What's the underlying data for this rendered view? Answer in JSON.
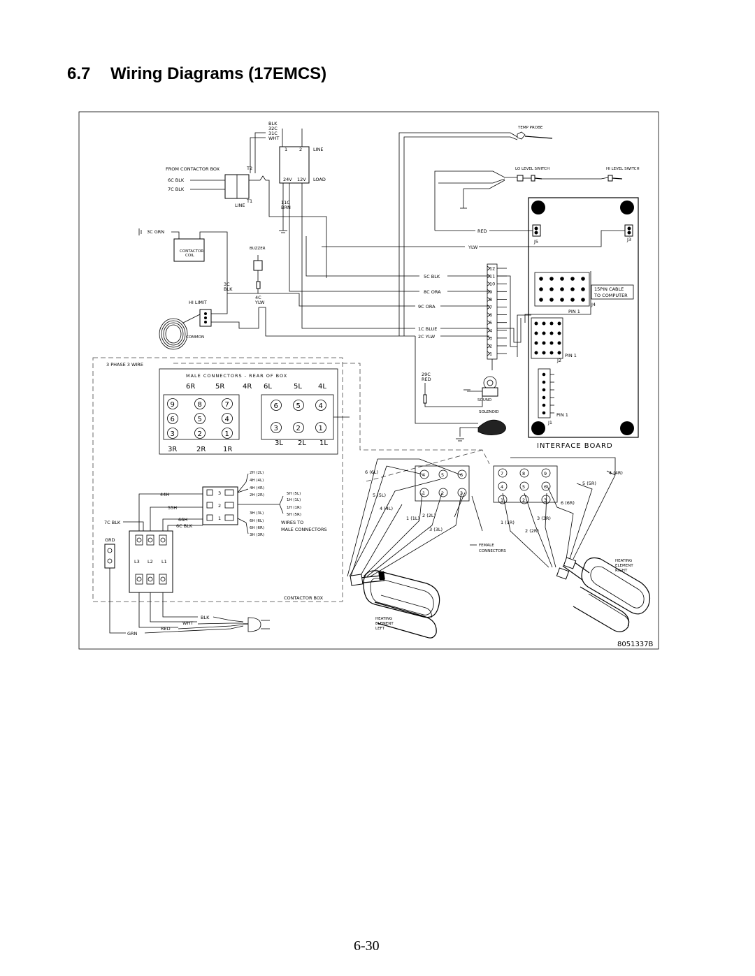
{
  "heading": {
    "number": "6.7",
    "title": "Wiring Diagrams (17EMCS)"
  },
  "page_number": "6-30",
  "diagram": {
    "drawing_number": "8051337B",
    "top": {
      "wire_blk": "BLK",
      "wire_32c": "32C",
      "wire_31c": "31C",
      "wire_wht": "WHT",
      "tr_1": "1",
      "tr_2": "2",
      "tr_line": "LINE",
      "tr_24v": "24V",
      "tr_12v": "12V",
      "tr_load": "LOAD",
      "wire_11c": "11C",
      "wire_brn": "BRN",
      "from_contactor_box": "FROM CONTACTOR BOX",
      "t2": "T2",
      "t1": "T1",
      "line": "LINE",
      "wire_6c_blk": "6C BLK",
      "wire_7c_blk": "7C BLK",
      "wire_3c_grn": "3C GRN",
      "contactor_coil_1": "CONTACTOR",
      "contactor_coil_2": "COIL",
      "buzzer": "BUZZER",
      "wire_3c": "3C",
      "wire_3c_blk": "BLK",
      "wire_4c": "4C",
      "wire_4c_ylw": "YLW",
      "hi_limit": "HI LIMIT",
      "common": "COMMON"
    },
    "probes": {
      "temp_probe": "TEMP PROBE",
      "lo_level_switch": "LO LEVEL SWITCH",
      "hi_level_switch": "HI LEVEL SWITCH",
      "red": "RED",
      "ylw": "YLW"
    },
    "connector": {
      "pins": [
        "12",
        "11",
        "10",
        "9",
        "8",
        "7",
        "6",
        "5",
        "4",
        "3",
        "2",
        "1"
      ],
      "wire_5c_blk": "5C BLK",
      "wire_8c_ora": "8C ORA",
      "wire_9c_ora": "9C ORA",
      "wire_1c_blue": "1C BLUE",
      "wire_2c_ylw": "2C YLW",
      "wire_29c": "29C",
      "wire_29c_red": "RED",
      "sound": "SOUND",
      "solenoid": "SOLENOID"
    },
    "board": {
      "title": "INTERFACE BOARD",
      "j5": "J5",
      "j3": "J3",
      "j4": "J4",
      "j2": "J2",
      "j1": "J1",
      "pin1": "PIN 1",
      "cable_1": "15PIN CABLE",
      "cable_2": "TO COMPUTER"
    },
    "contactor_box": {
      "three_phase": "3 PHASE 3 WIRE",
      "male_connectors": "MALE CONNECTORS - REAR OF BOX",
      "right_top": [
        "6R",
        "5R",
        "4R"
      ],
      "right_bottom": [
        "3R",
        "2R",
        "1R"
      ],
      "left_top": [
        "6L",
        "5L",
        "4L"
      ],
      "left_bottom": [
        "3L",
        "2L",
        "1L"
      ],
      "right_circles": [
        "9",
        "8",
        "7",
        "6",
        "5",
        "4",
        "3",
        "2",
        "1"
      ],
      "left_circles": [
        "6",
        "5",
        "4",
        "3",
        "2",
        "1"
      ],
      "wire_44h": "44H",
      "wire_55h": "55H",
      "wire_66h": "66H",
      "wire_6c_blk": "6C BLK",
      "wire_7c_blk": "7C BLK",
      "grd": "GRD",
      "l3": "L3",
      "l2": "L2",
      "l1": "L1",
      "label": "CONTACTOR BOX",
      "wires_to_1": "WIRES TO",
      "wires_to_2": "MALE CONNECTORS",
      "wire_tags_top": [
        "2H (2L)",
        "4H (4L)",
        "4H (4R)",
        "2H (2R)"
      ],
      "wire_tags_mid": [
        "5H (5L)",
        "1H (1L)",
        "1H (1R)",
        "5H (5R)"
      ],
      "wire_tags_bot": [
        "3H (3L)",
        "6H (6L)",
        "6H (6R)",
        "3H (3R)"
      ],
      "term_numbers": [
        "3",
        "2",
        "1"
      ],
      "cord_blk": "BLK",
      "cord_wht": "WHT",
      "cord_red": "RED",
      "cord_grn": "GRN"
    },
    "elements": {
      "left_conn": [
        "4",
        "5",
        "6",
        "1",
        "2",
        "3"
      ],
      "right_conn": [
        "7",
        "8",
        "9",
        "4",
        "5",
        "6",
        "1",
        "2",
        "3"
      ],
      "l_tags": [
        "6 (6L)",
        "5 (5L)",
        "4 (4L)",
        "1 (1L)",
        "2 (2L)",
        "3 (3L)"
      ],
      "r_tags": [
        "4 (4R)",
        "5 (5R)",
        "6 (6R)",
        "1 (1R)",
        "3 (3R)",
        "2 (2R)"
      ],
      "female_1": "FEMALE",
      "female_2": "CONNECTORS",
      "heating_left": [
        "HEATING",
        "ELEMENT",
        "LEFT"
      ],
      "heating_right": [
        "HEATING",
        "ELEMENT",
        "RIGHT"
      ]
    }
  }
}
